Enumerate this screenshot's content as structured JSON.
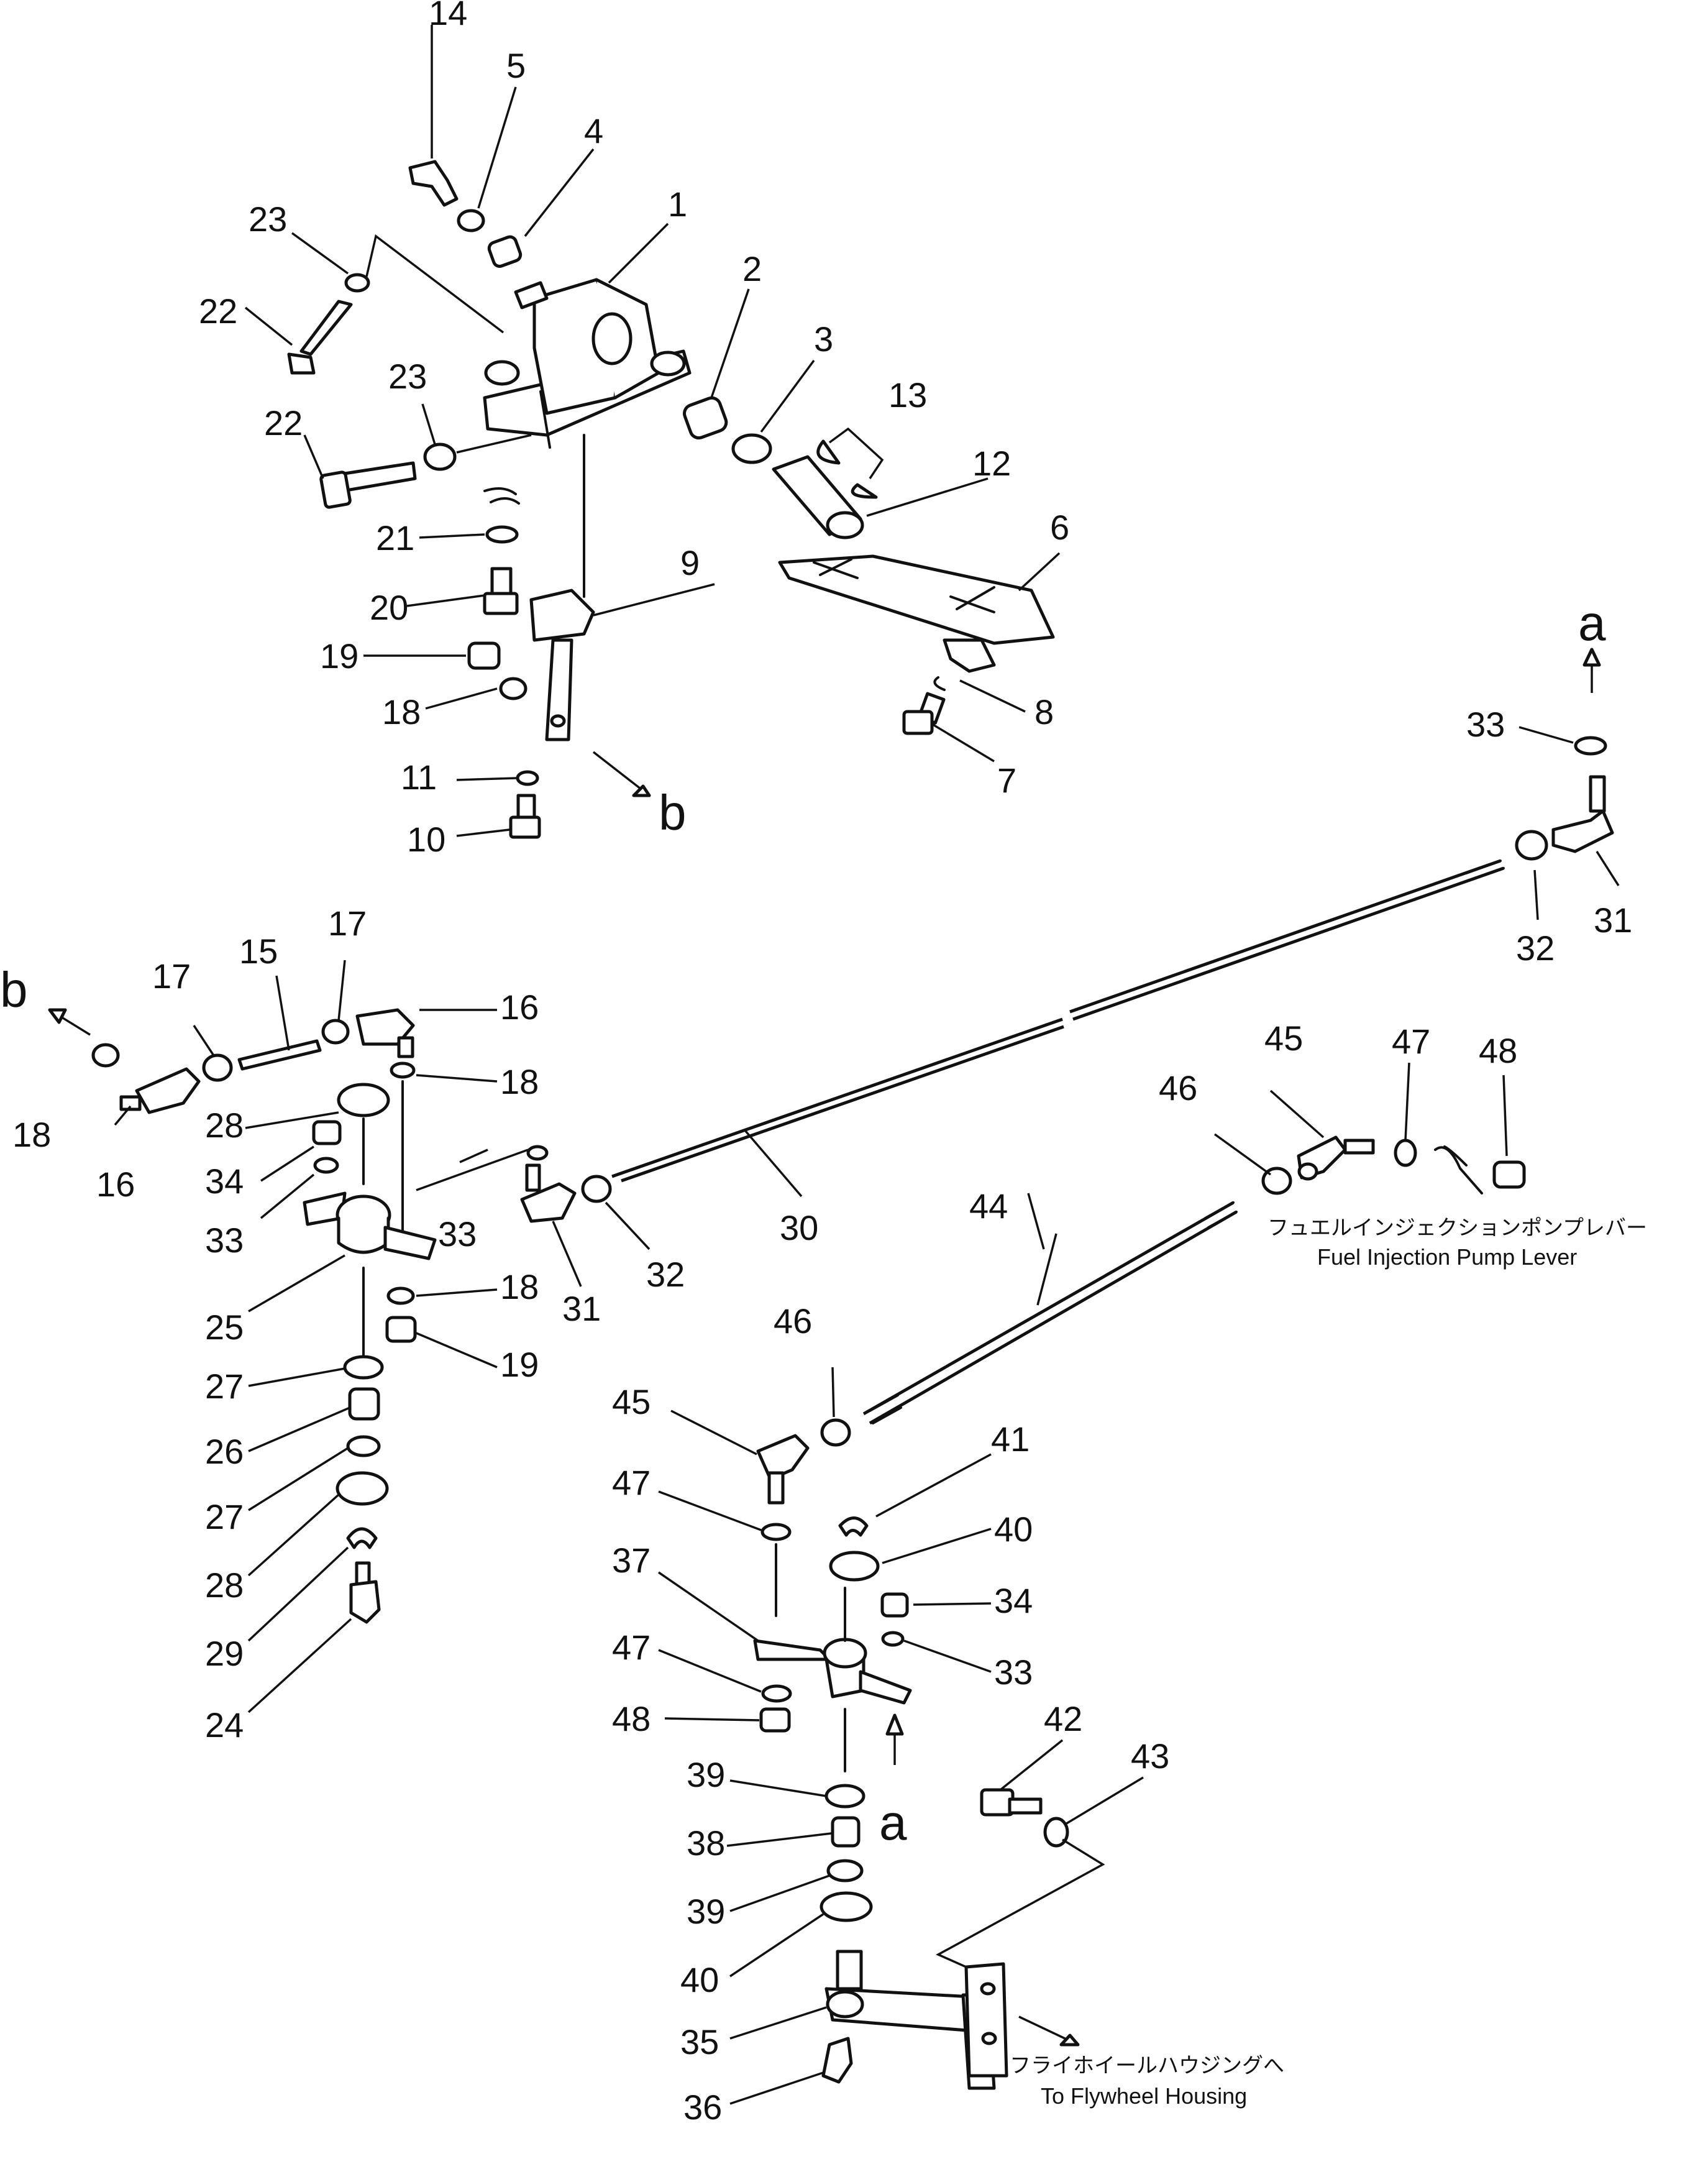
{
  "callouts": {
    "p1": "1",
    "p2": "2",
    "p3": "3",
    "p4": "4",
    "p5": "5",
    "p6": "6",
    "p7": "7",
    "p8": "8",
    "p9": "9",
    "p10": "10",
    "p11": "11",
    "p12": "12",
    "p13": "13",
    "p14": "14",
    "p15": "15",
    "p16a": "16",
    "p16b": "16",
    "p17a": "17",
    "p17b": "17",
    "p18a": "18",
    "p18b": "18",
    "p18c": "18",
    "p18d": "18",
    "p19a": "19",
    "p19b": "19",
    "p20": "20",
    "p21": "21",
    "p22a": "22",
    "p22b": "22",
    "p23a": "23",
    "p23b": "23",
    "p24": "24",
    "p25": "25",
    "p26": "26",
    "p27a": "27",
    "p27b": "27",
    "p28a": "28",
    "p28b": "28",
    "p29": "29",
    "p30": "30",
    "p31a": "31",
    "p31b": "31",
    "p32a": "32",
    "p32b": "32",
    "p33a": "33",
    "p33b": "33",
    "p33c": "33",
    "p33d": "33",
    "p34a": "34",
    "p34b": "34",
    "p35": "35",
    "p36": "36",
    "p37": "37",
    "p38": "38",
    "p39a": "39",
    "p39b": "39",
    "p40a": "40",
    "p40b": "40",
    "p41": "41",
    "p42": "42",
    "p43": "43",
    "p44": "44",
    "p45a": "45",
    "p45b": "45",
    "p46a": "46",
    "p46b": "46",
    "p47a": "47",
    "p47b": "47",
    "p47c": "47",
    "p48a": "48",
    "p48b": "48"
  },
  "markers": {
    "a_top": "a",
    "a_bottom": "a",
    "b_right": "b",
    "b_left": "b"
  },
  "notes": {
    "fuel_pump_jp": "フュエルインジェクションポンプレバー",
    "fuel_pump_en": "Fuel Injection Pump Lever",
    "flywheel_jp": "フライホイールハウジングへ",
    "flywheel_en": "To Flywheel Housing"
  }
}
